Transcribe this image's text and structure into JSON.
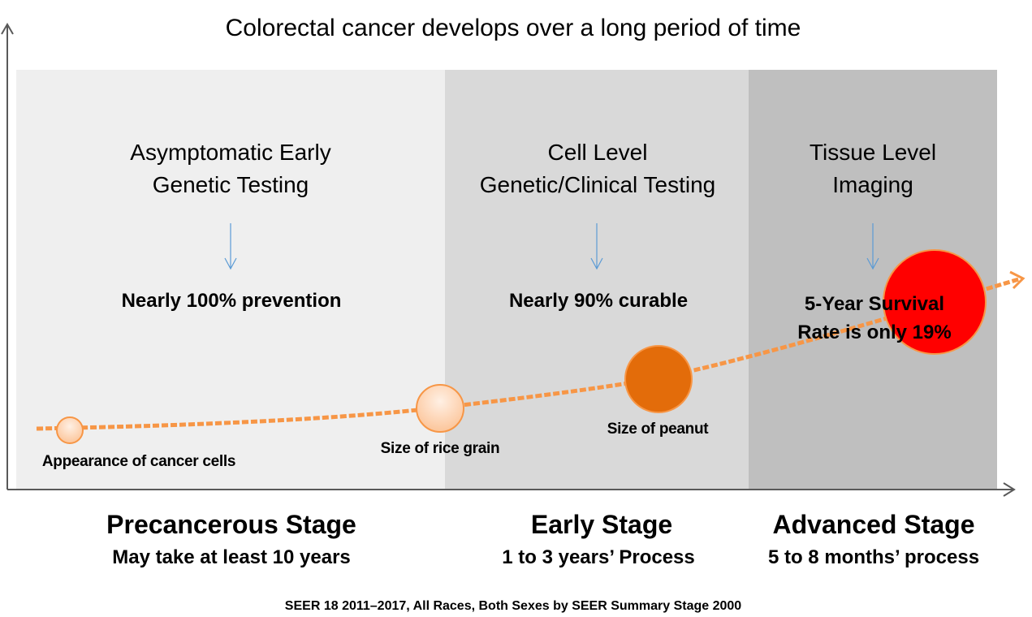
{
  "title": "Colorectal cancer develops over a long period of time",
  "panels": [
    {
      "heading_line1": "Asymptomatic Early",
      "heading_line2": "Genetic Testing",
      "outcome": "Nearly 100% prevention",
      "stage": "Precancerous Stage",
      "duration": "May take at least 10 years",
      "color": "#efefef"
    },
    {
      "heading_line1": "Cell Level",
      "heading_line2": "Genetic/Clinical Testing",
      "outcome": "Nearly 90% curable",
      "stage": "Early Stage",
      "duration": "1 to 3 years’ Process",
      "color": "#d9d9d9"
    },
    {
      "heading_line1": "Tissue Level",
      "heading_line2": "Imaging",
      "outcome_line1": "5-Year Survival",
      "outcome_line2": "Rate is only 19%",
      "stage": "Advanced Stage",
      "duration": "5 to 8 months’ process",
      "color": "#bfbfbf"
    }
  ],
  "milestones": [
    {
      "label": "Appearance of cancer cells",
      "color": "#fbc9a0"
    },
    {
      "label": "Size of rice grain",
      "color": "#fcd2b0"
    },
    {
      "label": "Size of peanut",
      "color": "#e36c0a"
    },
    {
      "label": "",
      "color": "#ff0000"
    }
  ],
  "footer": "SEER 18 2011–2017, All Races, Both Sexes by SEER Summary Stage 2000",
  "colors": {
    "curve": "#f79646",
    "arrow": "#5b9bd5",
    "axis": "#595959"
  }
}
